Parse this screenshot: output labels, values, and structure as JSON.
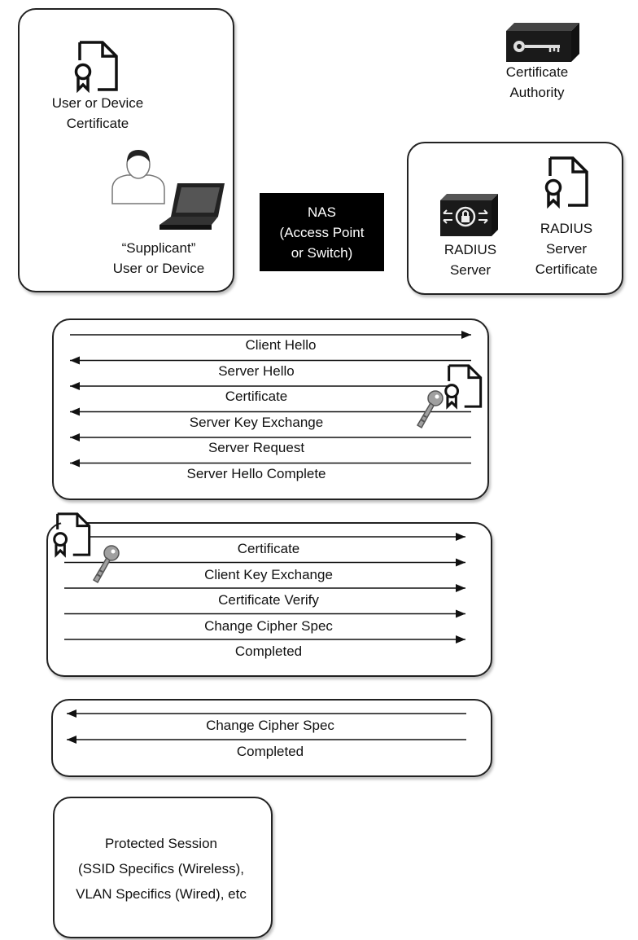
{
  "supplicant": {
    "certificate_label_line1": "User or Device",
    "certificate_label_line2": "Certificate",
    "supplicant_label_line1": "“Supplicant”",
    "supplicant_label_line2": "User or Device"
  },
  "nas": {
    "line1": "NAS",
    "line2": "(Access Point",
    "line3": "or Switch)"
  },
  "ca": {
    "line1": "Certificate",
    "line2": "Authority"
  },
  "radius": {
    "server_line1": "RADIUS",
    "server_line2": "Server",
    "cert_line1": "RADIUS",
    "cert_line2": "Server",
    "cert_line3": "Certificate"
  },
  "server_handshake": {
    "messages": [
      {
        "label": "Client Hello",
        "direction": "right"
      },
      {
        "label": "Server Hello",
        "direction": "left"
      },
      {
        "label": "Certificate",
        "direction": "left"
      },
      {
        "label": "Server Key Exchange",
        "direction": "left"
      },
      {
        "label": "Server Request",
        "direction": "left"
      },
      {
        "label": "Server Hello Complete",
        "direction": "left"
      }
    ]
  },
  "client_handshake": {
    "messages": [
      {
        "label": "Certificate",
        "direction": "right"
      },
      {
        "label": "Client Key Exchange",
        "direction": "right"
      },
      {
        "label": "Certificate Verify",
        "direction": "right"
      },
      {
        "label": "Change Cipher Spec",
        "direction": "right"
      },
      {
        "label": "Completed",
        "direction": "right"
      }
    ]
  },
  "server_finish": {
    "messages": [
      {
        "label": "Change Cipher Spec",
        "direction": "left"
      },
      {
        "label": "Completed",
        "direction": "left"
      }
    ]
  },
  "protected_session": {
    "line1": "Protected Session",
    "line2": "(SSID Specifics (Wireless),",
    "line3": "VLAN Specifics (Wired), etc"
  },
  "colors": {
    "stroke": "#111111",
    "key": "#9a9a9a",
    "nas_bg": "#000000"
  }
}
